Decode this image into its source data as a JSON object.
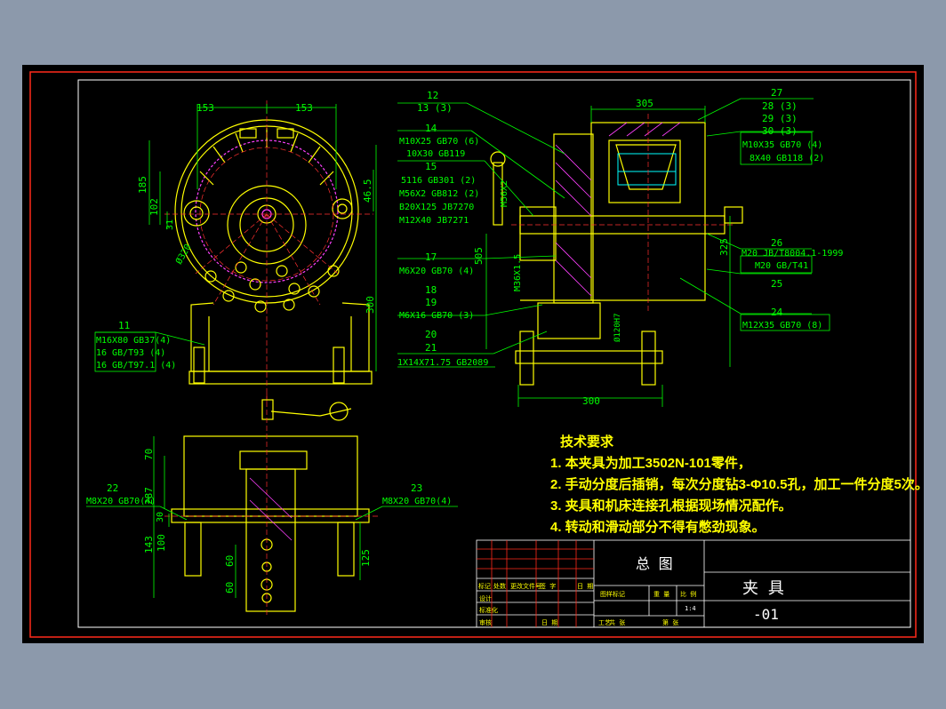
{
  "colors": {
    "background": "#8c99ab",
    "sheet": "#000000",
    "frame": "#ffffff",
    "border_red": "#ff2a1a",
    "annotation_green": "#00ff00",
    "part_yellow": "#ffff00",
    "centerline_red": "#ff3030",
    "hatch_magenta": "#ff40ff",
    "cyan": "#00ffff",
    "text_yellow": "#ffff00"
  },
  "dimensions": {
    "top_left_153": "153",
    "top_right_153": "153",
    "d185": "185",
    "d102": "102",
    "d31": "31",
    "d465": "46.5",
    "d300": "300",
    "d305": "305",
    "d505": "505",
    "d325": "325",
    "bottom_300": "300",
    "d70": "70",
    "d287": "287",
    "d30": "30",
    "d143": "143",
    "d100": "100",
    "d125": "125",
    "d60a": "60",
    "d60b": "60",
    "m36x15": "M36X1.5",
    "m56x2": "M56X2",
    "d120h7": "Ø120H7",
    "d320": "Ø320"
  },
  "callouts": {
    "c11": "11",
    "c11_line1": "M16X80 GB37(4)",
    "c11_line2": "16 GB/T93 (4)",
    "c11_line3": "16 GB/T97.1 (4)",
    "c12": "12",
    "c13": "13 (3)",
    "c14": "14",
    "c14_line1": "M10X25 GB70 (6)",
    "c14_line2": "10X30 GB119",
    "c15": "15",
    "c15_line1": "5116 GB301 (2)",
    "c15_line2": "M56X2 GB812 (2)",
    "c15_line3": "B20X125 JB7270",
    "c15_line4": "M12X40 JB7271",
    "c17": "17",
    "c17_line1": "M6X20 GB70 (4)",
    "c18": "18",
    "c19": "19",
    "c19_line1": "M6X16 GB70 (3)",
    "c20": "20",
    "c21": "21",
    "c21_line1": "1X14X71.75 GB2089",
    "c22": "22",
    "c22_line1": "M8X20 GB70(4)",
    "c23": "23",
    "c23_line1": "M8X20 GB70(4)",
    "c24": "24",
    "c24_line1": "M12X35 GB70 (8)",
    "c25": "25",
    "c26": "26",
    "c26_line1": "M20 JB/T8004.1-1999",
    "c26_line2": "M20 GB/T41",
    "c27": "27",
    "c28": "28 (3)",
    "c29": "29 (3)",
    "c30": "30 (3)",
    "c30_line1": "M10X35 GB70 (4)",
    "c30_line2": "8X40 GB118 (2)"
  },
  "technical_requirements": {
    "title": "技术要求",
    "items": [
      "1. 本夹具为加工3502N-101零件，",
      "2. 手动分度后插销，每次分度钻3-Φ10.5孔，加工一件分度5次。",
      "3. 夹具和机床连接孔根据现场情况配作。",
      "4. 转动和滑动部分不得有憋劲现象。"
    ]
  },
  "title_block": {
    "assembly": "总 图",
    "name": "夹 具",
    "code": "-01",
    "row_headers": [
      "标记",
      "处数",
      "更改文件号",
      "签 字",
      "日 期"
    ],
    "cells": [
      "设计",
      "标准化",
      "审核",
      "工艺",
      "日 期"
    ],
    "stage_headers": [
      "图样标记",
      "重 量",
      "比 例"
    ],
    "scale": "1:4",
    "sheet_labels": [
      "共 张",
      "第 张"
    ]
  }
}
